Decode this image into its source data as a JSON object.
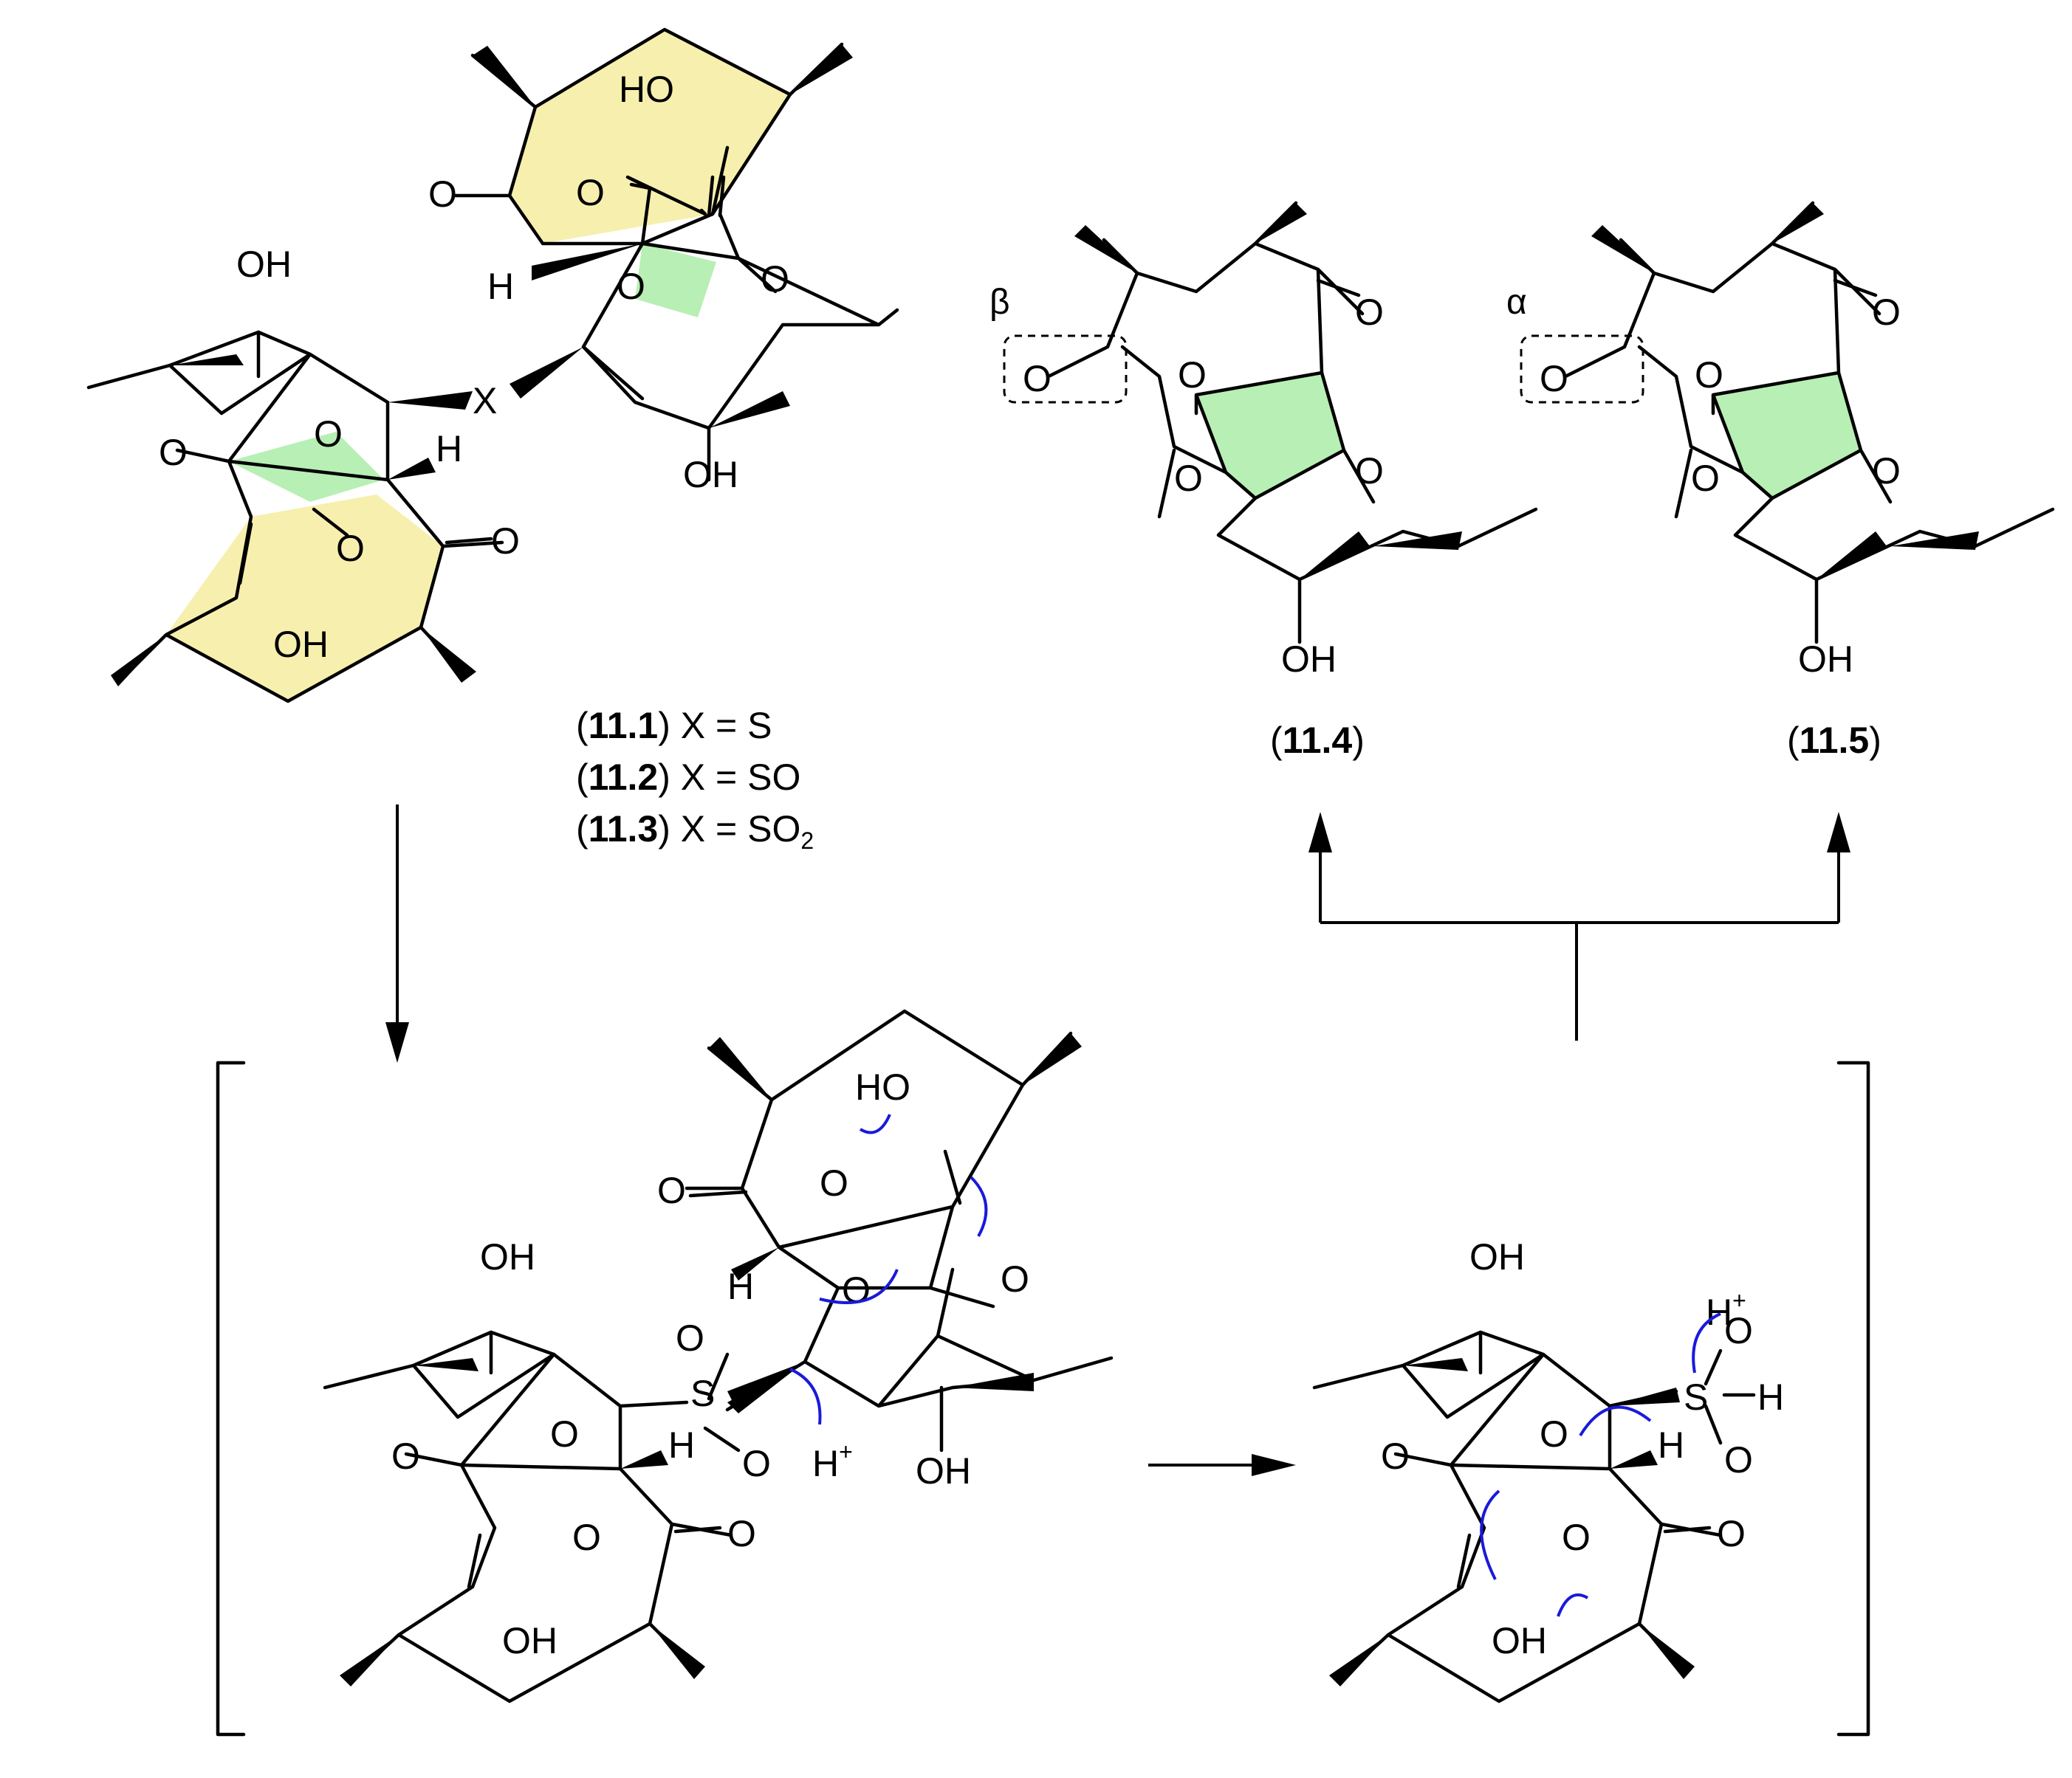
{
  "atoms": {
    "hydroxyl": "OH",
    "hydroxyl_rev": "HO",
    "oxygen": "O",
    "hydrogen": "H",
    "sulfur": "S",
    "x_group": "X",
    "proton": "H",
    "plus": "+"
  },
  "compounds": [
    {
      "id": "11.1",
      "x_value": "S",
      "sub": ""
    },
    {
      "id": "11.2",
      "x_value": "SO",
      "sub": ""
    },
    {
      "id": "11.3",
      "x_value": "SO",
      "sub": "2"
    }
  ],
  "x_eq": "X =",
  "products": [
    {
      "id": "11.4",
      "stereo": "β"
    },
    {
      "id": "11.5",
      "stereo": "α"
    }
  ],
  "colors": {
    "yellow_ring": "#f7efad",
    "green_lactone": "#b8efb4",
    "arrow_pushing": "#1a1adb",
    "ink": "#000000"
  }
}
